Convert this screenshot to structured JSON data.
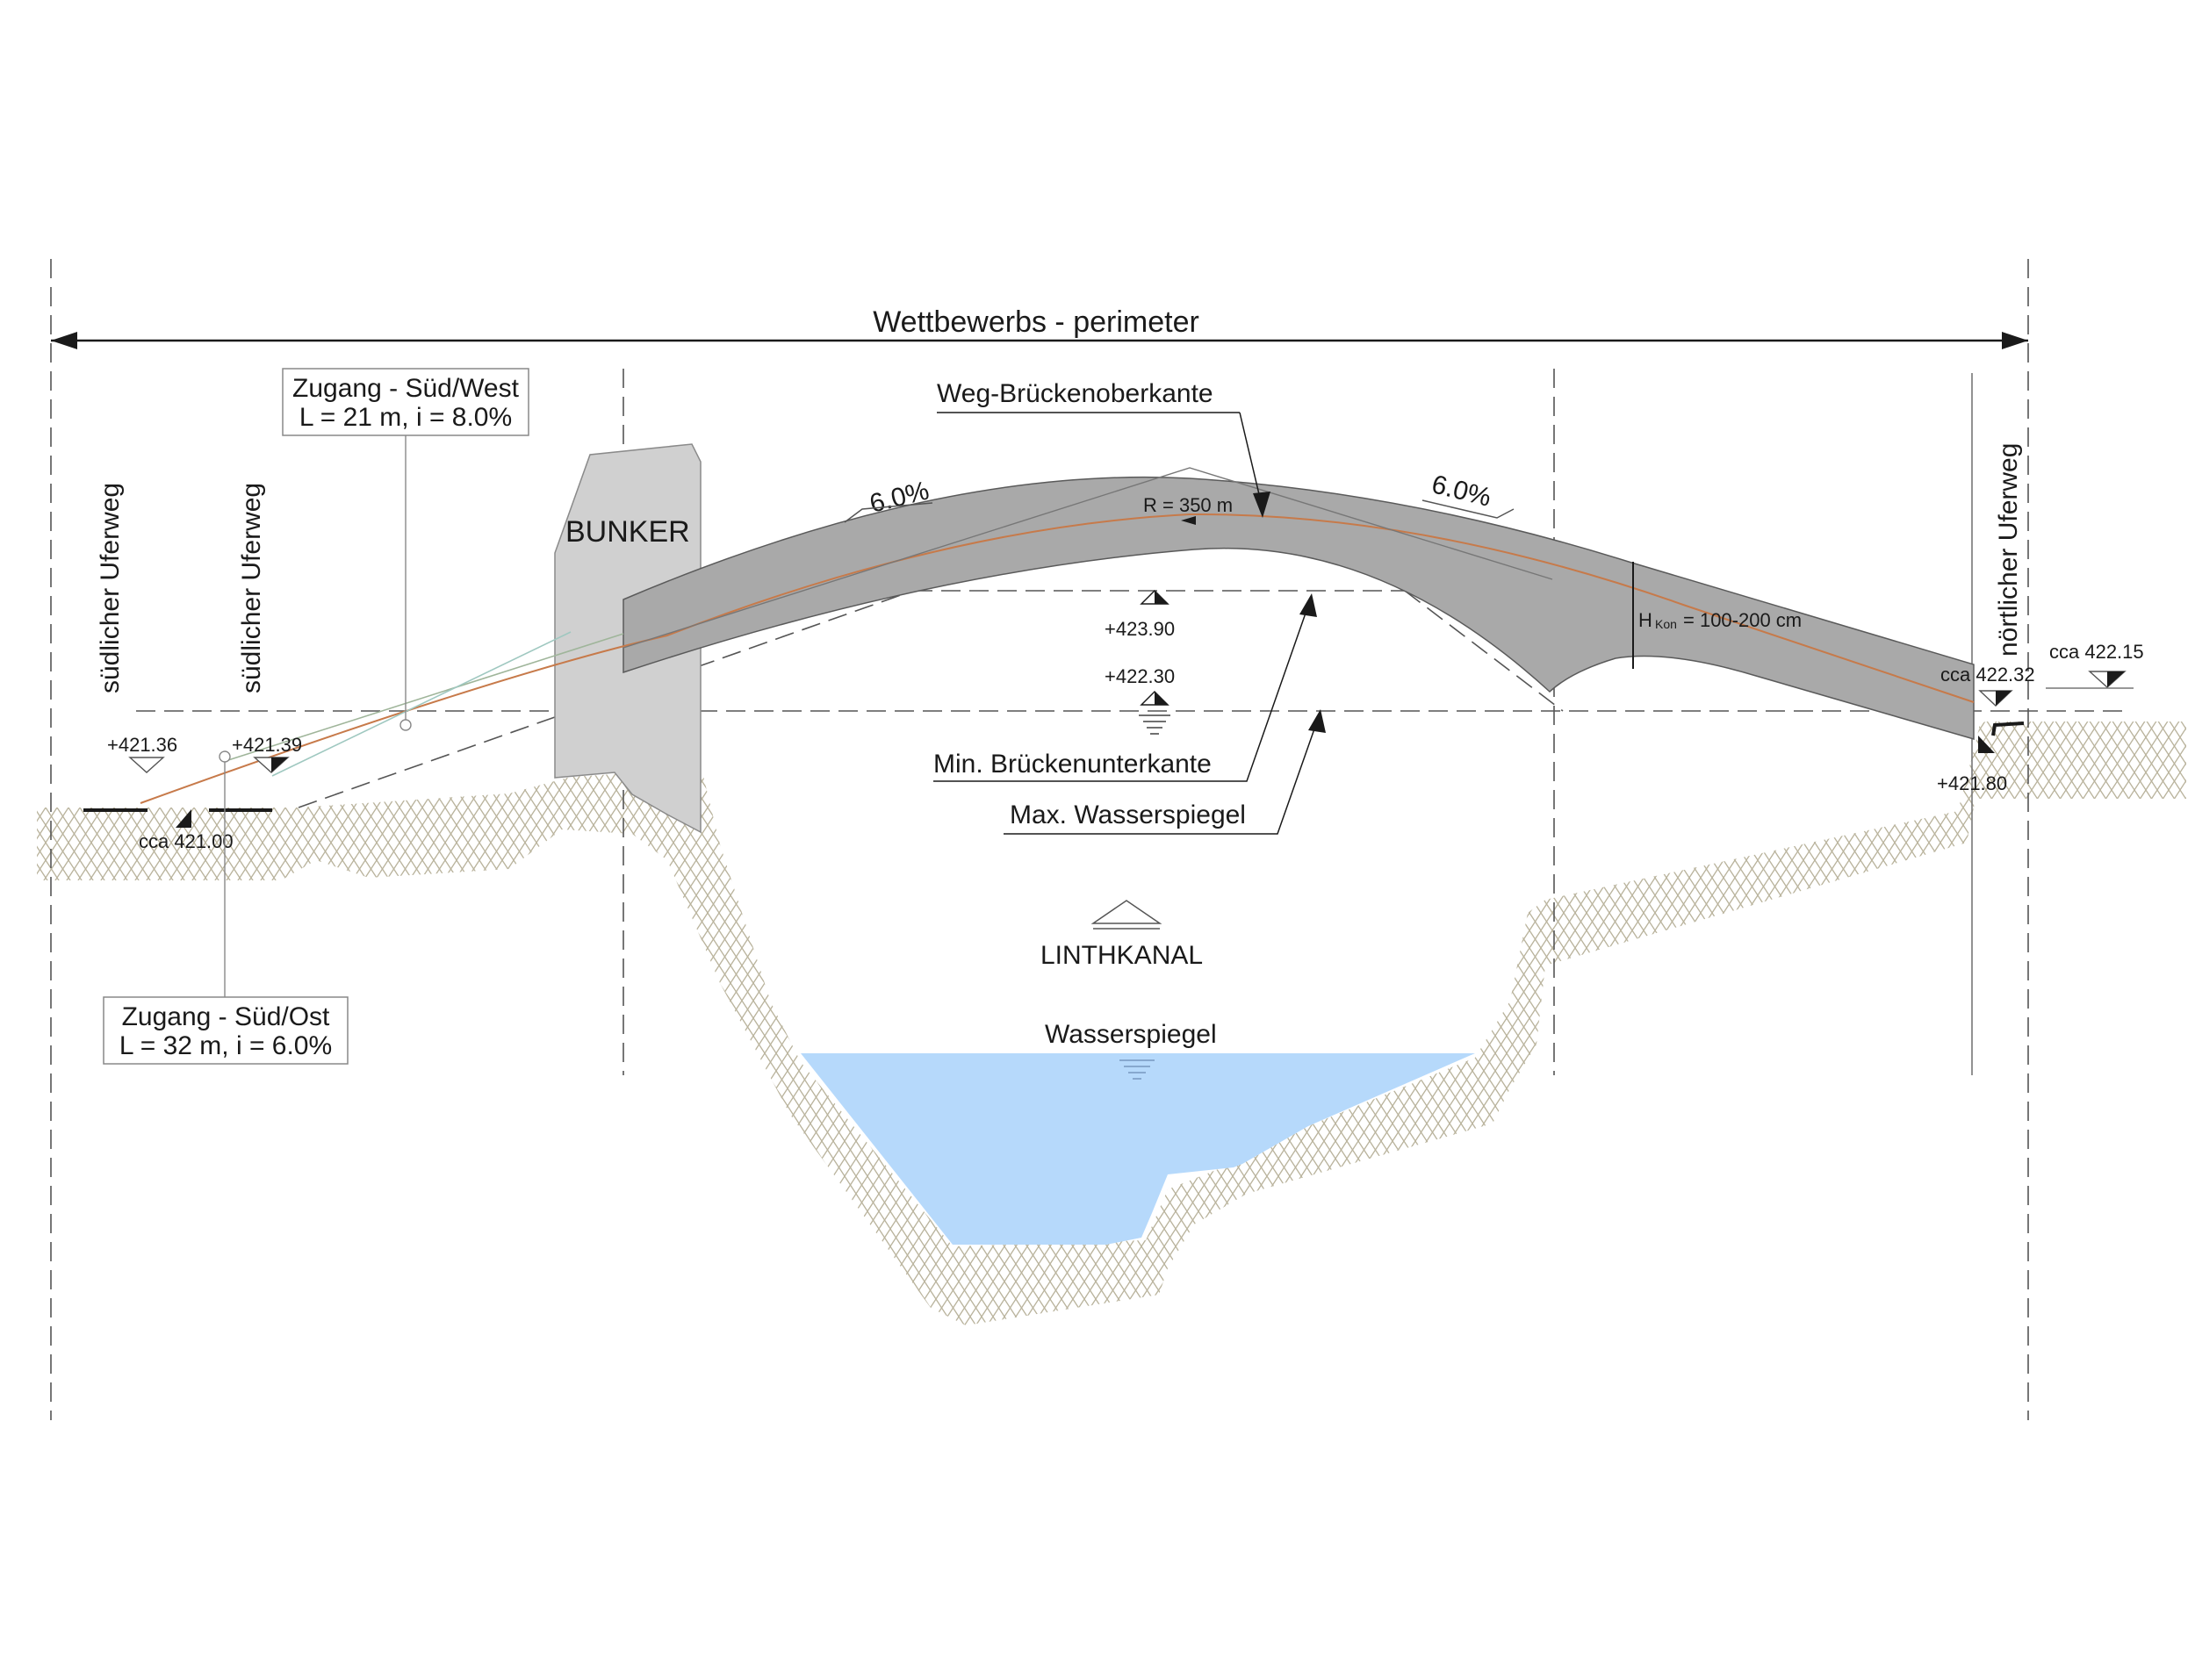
{
  "perimeter": {
    "label": "Wettbewerbs - perimeter"
  },
  "bunker": {
    "label": "BUNKER"
  },
  "deck": {
    "top_label": "Weg-Brückenoberkante",
    "slope_left": "6.0%",
    "slope_right": "6.0%",
    "radius": "R = 350 m",
    "height_prefix": "H",
    "height_sub": "Kon",
    "height_value": "= 100-200 cm"
  },
  "levels": {
    "min_underside": "+423.90",
    "max_water": "+422.30",
    "left_1": "+421.36",
    "left_2": "+421.39",
    "ground_left": "cca 421.00",
    "right_deck": "cca 422.32",
    "right_far": "cca 422.15",
    "right_low": "+421.80"
  },
  "labels": {
    "min_underside": "Min. Brückenunterkante",
    "max_water": "Max. Wasserspiegel",
    "canal": "LINTHKANAL",
    "water": "Wasserspiegel",
    "south_path_1": "südlicher Uferweg",
    "south_path_2": "südlicher Uferweg",
    "north_path": "nörtlicher Uferweg"
  },
  "access_sw": {
    "title": "Zugang - Süd/West",
    "detail": "L = 21 m, i = 8.0%"
  },
  "access_so": {
    "title": "Zugang - Süd/Ost",
    "detail": "L = 32 m, i = 6.0%"
  },
  "colors": {
    "deck": "#a9a9a9",
    "bunker": "#d0d0d0",
    "water": "#b6d9fb",
    "soil_hatch": "#b9b39c",
    "line": "#1a1a1a",
    "profile_line": "#c77a4a"
  }
}
